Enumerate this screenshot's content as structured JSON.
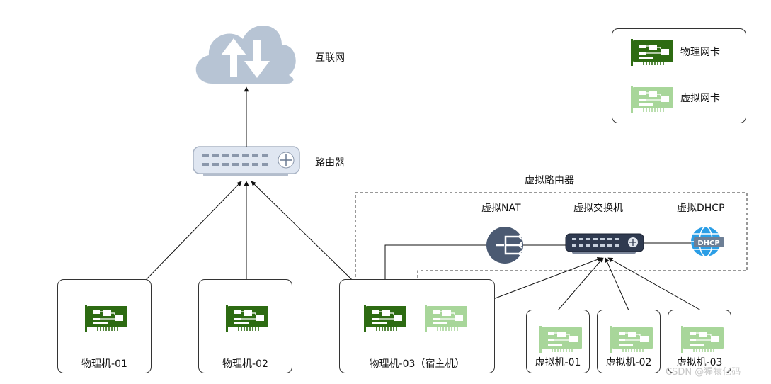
{
  "nodes": {
    "internet": "互联网",
    "router": "路由器",
    "virtual_router": "虚拟路由器",
    "virtual_nat": "虚拟NAT",
    "virtual_switch": "虚拟交换机",
    "virtual_dhcp": "虚拟DHCP",
    "dhcp_badge": "DHCP"
  },
  "legend": {
    "physical_nic": "物理网卡",
    "virtual_nic": "虚拟网卡"
  },
  "machines": {
    "physical_01": "物理机-01",
    "physical_02": "物理机-02",
    "physical_03": "物理机-03（宿主机）",
    "virtual_01": "虚拟机-01",
    "virtual_02": "虚拟机-02",
    "virtual_03": "虚拟机-03"
  },
  "watermark": "CSDN @猩猿亿码",
  "colors": {
    "physical_nic": "#2d6b12",
    "virtual_nic": "#a8d69a",
    "cloud": "#b7c4d4",
    "router": "#dfe6f1",
    "switch": "#2f3a50",
    "nat": "#4b5a72",
    "dhcp": "#2b9ee6"
  }
}
